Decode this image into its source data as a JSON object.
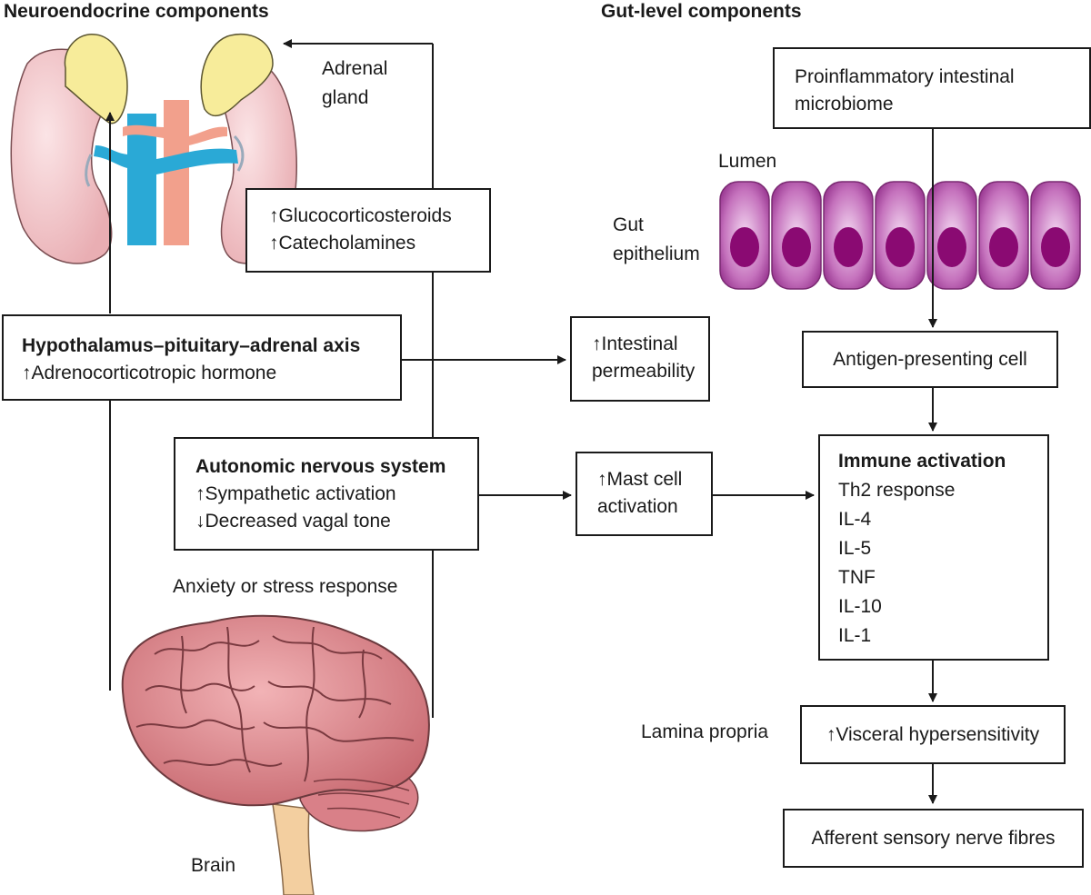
{
  "headers": {
    "neuroendocrine": "Neuroendocrine components",
    "gut_level": "Gut-level components"
  },
  "labels": {
    "adrenal_gland_1": "Adrenal",
    "adrenal_gland_2": "gland",
    "lumen": "Lumen",
    "gut_epithelium_1": "Gut",
    "gut_epithelium_2": "epithelium",
    "anxiety": "Anxiety or stress response",
    "brain": "Brain",
    "lamina_propria": "Lamina propria"
  },
  "boxes": {
    "hormones": {
      "line1": "↑Glucocorticosteroids",
      "line2": "↑Catecholamines"
    },
    "hpa": {
      "title": "Hypothalamus–pituitary–adrenal axis",
      "line1": "↑Adrenocorticotropic hormone"
    },
    "permeability": {
      "line1": "↑Intestinal",
      "line2": "permeability"
    },
    "ans": {
      "title": "Autonomic nervous system",
      "line1": "↑Sympathetic activation",
      "line2": "↓Decreased vagal tone"
    },
    "mast": {
      "line1": "↑Mast cell",
      "line2": "activation"
    },
    "microbiome": {
      "line1": "Proinflammatory intestinal",
      "line2": "microbiome"
    },
    "apc": {
      "line1": "Antigen-presenting cell"
    },
    "immune": {
      "title": "Immune activation",
      "items": [
        "Th2 response",
        "IL-4",
        "IL-5",
        "TNF",
        "IL-10",
        "IL-1"
      ]
    },
    "visceral": {
      "line1": "↑Visceral hypersensitivity"
    },
    "afferent": {
      "line1": "Afferent sensory nerve fibres"
    }
  },
  "colors": {
    "kidney": "#f2cdd0",
    "adrenal": "#f7ec9a",
    "vein": "#2aa9d6",
    "artery": "#f2a08c",
    "epithelium": "#b24aa8",
    "nucleus": "#8a0a72",
    "brain": "#e08f94",
    "brainstem": "#f3cfa0"
  }
}
